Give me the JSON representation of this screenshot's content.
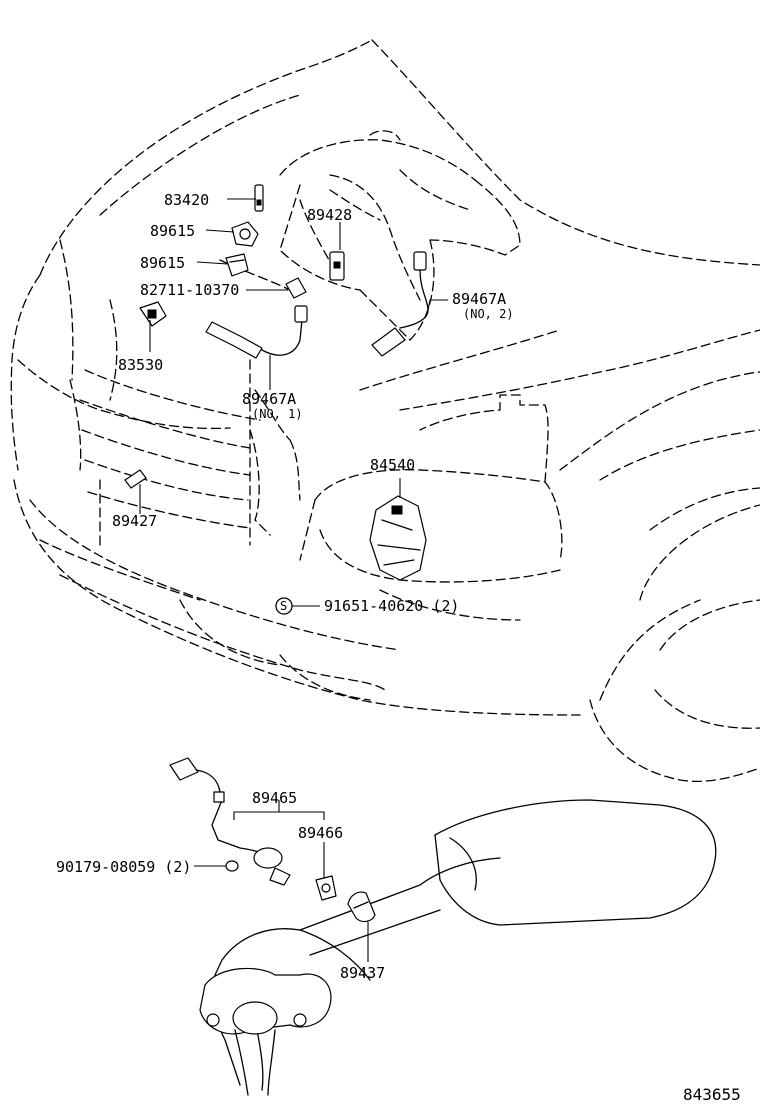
{
  "diagram": {
    "figure_number": "843655",
    "callouts": {
      "p83420": "83420",
      "p89615a": "89615",
      "p89615b": "89615",
      "p82711": "82711-10370",
      "p89428": "89428",
      "p89467a_r": "89467A",
      "p89467a_r_note": "(NO, 2)",
      "p83530": "83530",
      "p89467a_l": "89467A",
      "p89467a_l_note": "(NO, 1)",
      "p84540": "84540",
      "p89427": "89427",
      "p91651_mark": "S",
      "p91651": "91651-40620 (2)",
      "p89465": "89465",
      "p89466": "89466",
      "p90179": "90179-08059 (2)",
      "p89437": "89437"
    }
  }
}
